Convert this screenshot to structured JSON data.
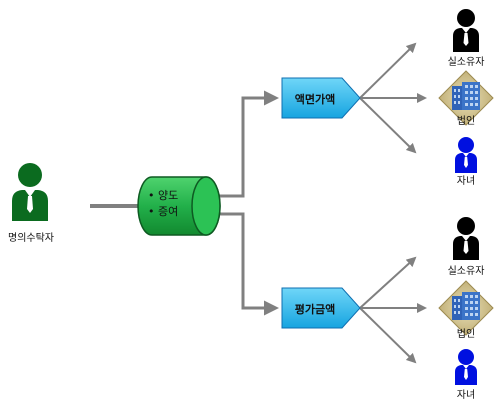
{
  "source_person": {
    "label": "명의수탁자"
  },
  "transfer": {
    "items": [
      "양도",
      "증여"
    ]
  },
  "branches": [
    {
      "value_label": "액면가액",
      "targets": [
        {
          "label": "실소유자",
          "icon": "person-black-icon"
        },
        {
          "label": "법인",
          "icon": "building-icon"
        },
        {
          "label": "자녀",
          "icon": "person-blue-icon"
        }
      ]
    },
    {
      "value_label": "평가금액",
      "targets": [
        {
          "label": "실소유자",
          "icon": "person-black-icon"
        },
        {
          "label": "법인",
          "icon": "building-icon"
        },
        {
          "label": "자녀",
          "icon": "person-blue-icon"
        }
      ]
    }
  ],
  "colors": {
    "source_person": "#0b6b1f",
    "cylinder": "#22b04a",
    "value_box": "#1fb4ee",
    "arrow": "#808080",
    "owner": "#000000",
    "child": "#0010e0",
    "building": "#3b74c8"
  }
}
